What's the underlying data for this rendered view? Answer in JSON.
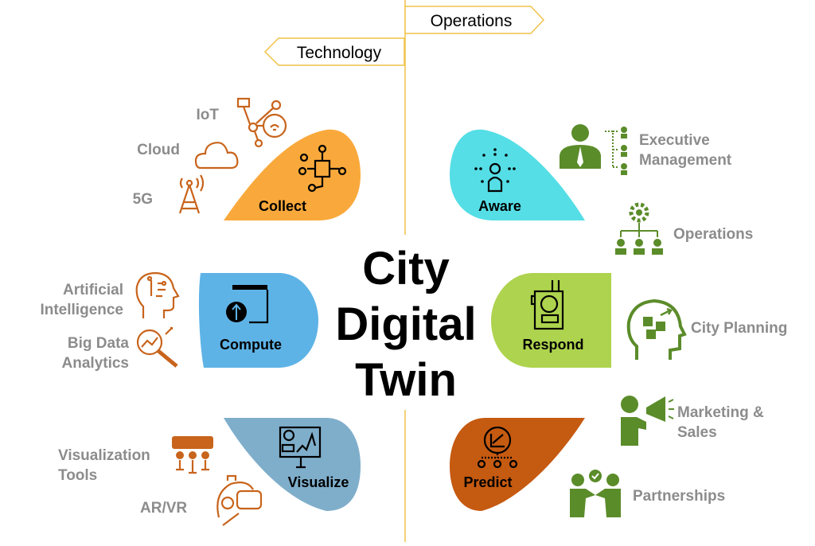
{
  "header": {
    "operations_label": "Operations",
    "technology_label": "Technology"
  },
  "title": {
    "line1": "City",
    "line2": "Digital",
    "line3": "Twin"
  },
  "stages": {
    "collect": {
      "label": "Collect",
      "color": "#F9A93B"
    },
    "compute": {
      "label": "Compute",
      "color": "#5EB3E6"
    },
    "visualize": {
      "label": "Visualize",
      "color": "#7FAECB"
    },
    "aware": {
      "label": "Aware",
      "color": "#55DEE6"
    },
    "respond": {
      "label": "Respond",
      "color": "#AED34E"
    },
    "predict": {
      "label": "Predict",
      "color": "#C55A11"
    }
  },
  "technology": {
    "iot": "IoT",
    "cloud": "Cloud",
    "fiveg": "5G",
    "ai": [
      "Artificial",
      "Intelligence"
    ],
    "bigdata": [
      "Big Data",
      "Analytics"
    ],
    "vistools": [
      "Visualization",
      "Tools"
    ],
    "arvr": "AR/VR"
  },
  "operations": {
    "exec": [
      "Executive",
      "Management"
    ],
    "ops": "Operations",
    "planning": "City Planning",
    "marketing": [
      "Marketing &",
      "Sales"
    ],
    "partnerships": "Partnerships"
  },
  "colors": {
    "tech_icon": "#C8641C",
    "ops_icon": "#5B8C2A",
    "divider": "#F0C24A",
    "label_gray": "#8C8C8C"
  }
}
